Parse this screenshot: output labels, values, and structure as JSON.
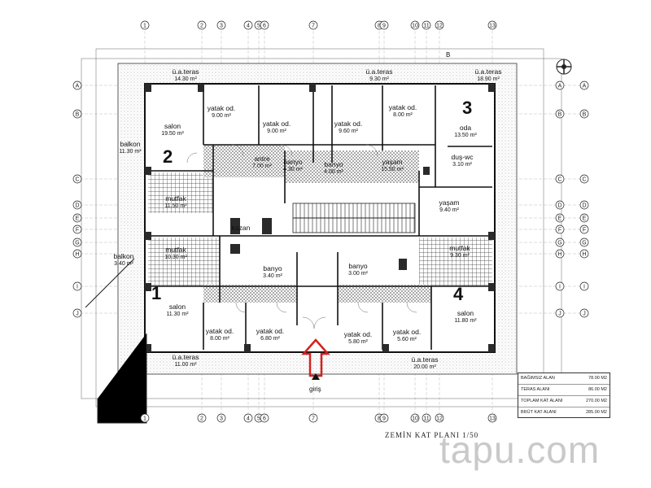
{
  "rooms": {
    "top_teras_left": {
      "name": "ü.a.teras",
      "area": "14.30 m²"
    },
    "top_teras_mid": {
      "name": "ü.a.teras",
      "area": "9.30 m²"
    },
    "top_teras_right": {
      "name": "ü.a.teras",
      "area": "18.90 m²"
    },
    "salon_2": {
      "name": "salon",
      "area": "19.50 m²"
    },
    "balkon_2": {
      "name": "balkon",
      "area": "11.30 m²"
    },
    "yatak_a": {
      "name": "yatak od.",
      "area": "9.00 m²"
    },
    "yatak_b": {
      "name": "yatak od.",
      "area": "9.00 m²"
    },
    "yatak_c": {
      "name": "yatak od.",
      "area": "9.60 m²"
    },
    "yatak_d": {
      "name": "yatak od.",
      "area": "8.00 m²"
    },
    "oda_3": {
      "name": "oda",
      "area": "13.50 m²"
    },
    "antre": {
      "name": "antre",
      "area": "7.00 m²"
    },
    "banyo_a": {
      "name": "banyo",
      "area": "4.30 m²"
    },
    "banyo_b": {
      "name": "banyo",
      "area": "4.00 m²"
    },
    "yasam_a": {
      "name": "yaşam",
      "area": "15.50 m²"
    },
    "dus_wc": {
      "name": "duş-wc",
      "area": "3.10 m²"
    },
    "mutfak_2": {
      "name": "mutfak",
      "area": "11.50 m²"
    },
    "yasam_b": {
      "name": "yaşam",
      "area": "9.40 m²"
    },
    "kazan": {
      "name": "kazan",
      "area": ""
    },
    "mutfak_1": {
      "name": "mutfak",
      "area": "10.30 m²"
    },
    "balkon_1": {
      "name": "balkon",
      "area": "3.40 m²"
    },
    "banyo_1": {
      "name": "banyo",
      "area": "3.40 m²"
    },
    "banyo_4": {
      "name": "banyo",
      "area": "3.00 m²"
    },
    "mutfak_4": {
      "name": "mutfak",
      "area": "9.30 m²"
    },
    "salon_1": {
      "name": "salon",
      "area": "11.30 m²"
    },
    "yatak_e": {
      "name": "yatak od.",
      "area": "8.00 m²"
    },
    "yatak_f": {
      "name": "yatak od.",
      "area": "6.80 m²"
    },
    "yatak_g": {
      "name": "yatak od.",
      "area": "5.80 m²"
    },
    "yatak_h": {
      "name": "yatak od.",
      "area": "5.60 m²"
    },
    "salon_4": {
      "name": "salon",
      "area": "11.80 m²"
    },
    "bottom_teras_left": {
      "name": "ü.a.teras",
      "area": "11.00 m²"
    },
    "bottom_teras_right": {
      "name": "ü.a.teras",
      "area": "20.00 m²"
    }
  },
  "unit_numbers": {
    "u1": "1",
    "u2": "2",
    "u3": "3",
    "u4": "4"
  },
  "entrance_label": "giriş",
  "section_marker": "B",
  "plan_caption": "ZEMİN KAT PLANI 1/50",
  "area_table": [
    {
      "label": "BAĞIMSIZ ALAN",
      "value": "78.00 M2"
    },
    {
      "label": "TERAS ALANI",
      "value": "86.00 M2"
    },
    {
      "label": "TOPLAM KAT ALANI",
      "value": "270.00 M2"
    },
    {
      "label": "BRÜT KAT ALANI",
      "value": "285.00 M2"
    }
  ],
  "watermark": "tapu.com",
  "axis_top": [
    "1",
    "2",
    "3",
    "4",
    "5",
    "6",
    "7",
    "8",
    "9",
    "10",
    "11",
    "12",
    "13"
  ],
  "axis_left": [
    "A",
    "B",
    "C",
    "D",
    "E",
    "F",
    "G",
    "H",
    "I",
    "J"
  ],
  "colors": {
    "arrow": "#d32020",
    "line": "#222222",
    "watermark": "#c9c9c9"
  }
}
